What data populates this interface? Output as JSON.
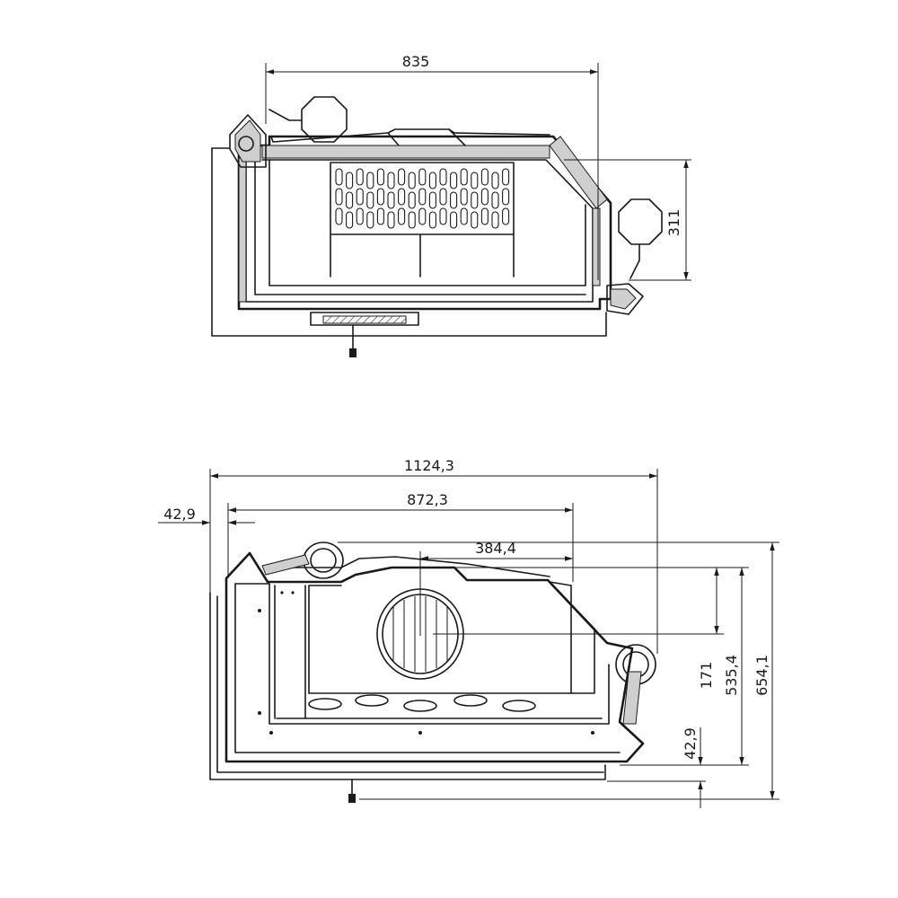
{
  "top_view": {
    "dims": {
      "width": "835",
      "height": "311"
    }
  },
  "front_view": {
    "dims": {
      "overall_width": "1124,3",
      "inner_width": "872,3",
      "offset_left": "42,9",
      "flue_offset": "384,4",
      "flue_height": "171",
      "mid_height": "535,4",
      "overall_height": "654,1",
      "base_offset": "42,9"
    }
  }
}
